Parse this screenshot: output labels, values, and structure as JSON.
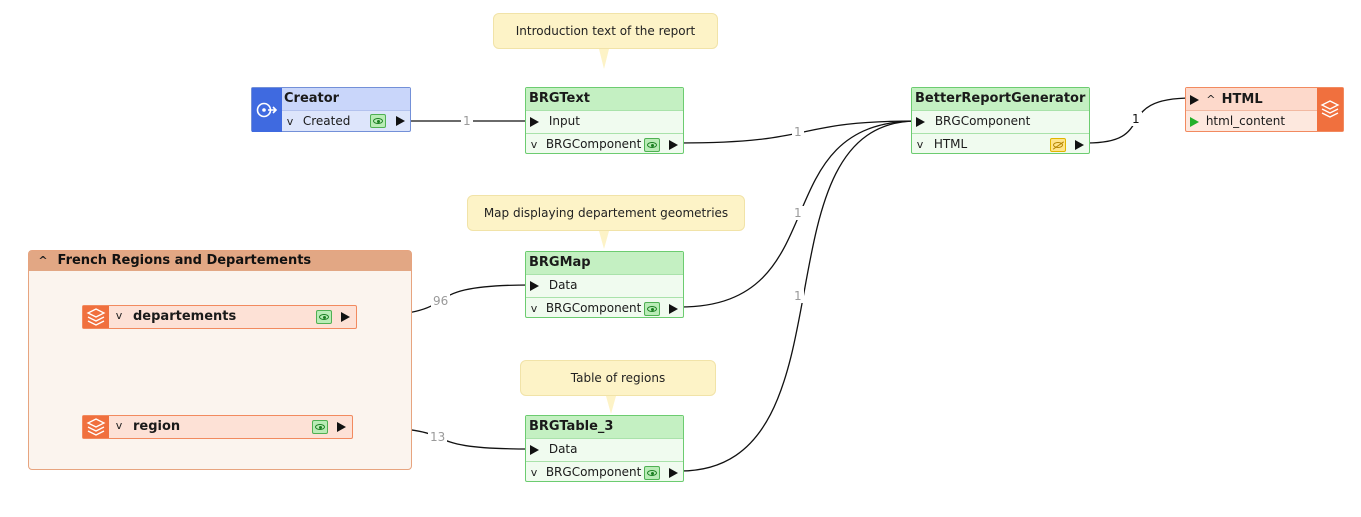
{
  "annotations": {
    "intro": "Introduction text of the report",
    "map": "Map displaying departement geometries",
    "table": "Table of regions"
  },
  "creator": {
    "title": "Creator",
    "port": "Created"
  },
  "brg_text": {
    "title": "BRGText",
    "input": "Input",
    "output": "BRGComponent"
  },
  "brg_map": {
    "title": "BRGMap",
    "input": "Data",
    "output": "BRGComponent"
  },
  "brg_table": {
    "title": "BRGTable_3",
    "input": "Data",
    "output": "BRGComponent"
  },
  "generator": {
    "title": "BetterReportGenerator",
    "input": "BRGComponent",
    "output": "HTML"
  },
  "writer": {
    "title": "HTML",
    "port": "html_content"
  },
  "bookmark": {
    "title": "French Regions and Departements",
    "readers": [
      {
        "label": "departements"
      },
      {
        "label": "region"
      }
    ]
  },
  "connection_counts": {
    "creator_to_text": "1",
    "text_to_gen": "1",
    "map_to_gen": "1",
    "table_to_gen": "1",
    "gen_to_writer": "1",
    "departements_to_map": "96",
    "region_to_table": "13"
  },
  "colors": {
    "transformer_border": "#6ccc70",
    "creator_accent": "#3f6ae0",
    "reader_accent": "#f0703e",
    "annotation_bg": "#fdf3c7",
    "bookmark_header": "#e2a784"
  }
}
